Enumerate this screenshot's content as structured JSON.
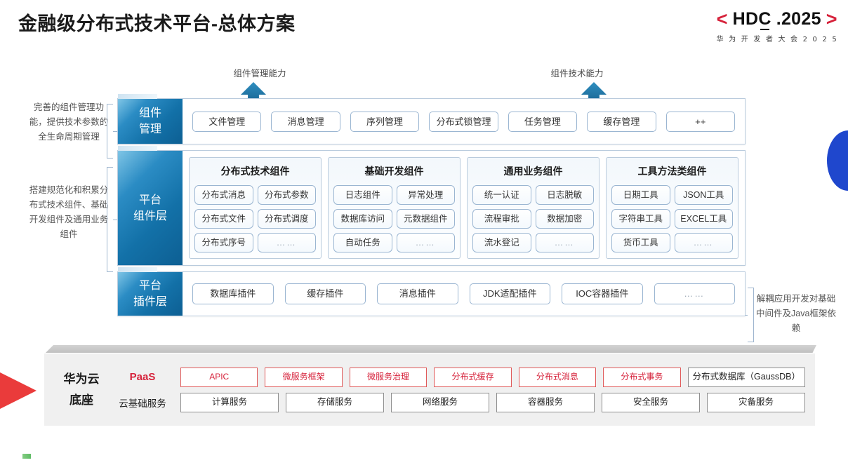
{
  "header": {
    "title": "金融级分布式技术平台-总体方案",
    "logo": {
      "bracket_left": "<",
      "bracket_right": ">",
      "word": "HDC",
      "suffix": ".2025",
      "subtitle": "华 为 开 发 者 大 会 2 0 2 5",
      "bracket_color": "#d6213a"
    }
  },
  "capabilities": [
    {
      "label": "组件管理能力"
    },
    {
      "label": "组件技术能力"
    }
  ],
  "side_notes": {
    "left_top": "完善的组件管理功能，提供技术参数的全生命周期管理",
    "left_bottom": "搭建规范化和积累分布式技术组件、基础开发组件及通用业务组件",
    "right": "解耦应用开发对基础中间件及Java框架依赖"
  },
  "layers": {
    "component_management": {
      "label_line1": "组件",
      "label_line2": "管理",
      "items": [
        "文件管理",
        "消息管理",
        "序列管理",
        "分布式锁管理",
        "任务管理",
        "缓存管理",
        "++"
      ]
    },
    "platform_components": {
      "label_line1": "平台",
      "label_line2": "组件层",
      "groups": [
        {
          "title": "分布式技术组件",
          "items": [
            "分布式消息",
            "分布式参数",
            "分布式文件",
            "分布式调度",
            "分布式序号",
            "…… "
          ]
        },
        {
          "title": "基础开发组件",
          "items": [
            "日志组件",
            "异常处理",
            "数据库访问",
            "元数据组件",
            "自动任务",
            "…… "
          ]
        },
        {
          "title": "通用业务组件",
          "items": [
            "统一认证",
            "日志脱敏",
            "流程审批",
            "数据加密",
            "流水登记",
            "…… "
          ]
        },
        {
          "title": "工具方法类组件",
          "items": [
            "日期工具",
            "JSON工具",
            "字符串工具",
            "EXCEL工具",
            "货币工具",
            "…… "
          ]
        }
      ]
    },
    "platform_plugins": {
      "label_line1": "平台",
      "label_line2": "插件层",
      "items": [
        "数据库插件",
        "缓存插件",
        "消息插件",
        "JDK适配插件",
        "IOC容器插件",
        "…… "
      ]
    }
  },
  "base": {
    "title_line1": "华为云",
    "title_line2": "底座",
    "paas": {
      "tag": "PaaS",
      "items": [
        {
          "label": "APIC",
          "style": "red"
        },
        {
          "label": "微服务框架",
          "style": "red"
        },
        {
          "label": "微服务治理",
          "style": "red"
        },
        {
          "label": "分布式缓存",
          "style": "red"
        },
        {
          "label": "分布式消息",
          "style": "red"
        },
        {
          "label": "分布式事务",
          "style": "red"
        },
        {
          "label": "分布式数据库（GaussDB）",
          "style": "gray"
        }
      ]
    },
    "cloud": {
      "tag": "云基础服务",
      "items": [
        "计算服务",
        "存储服务",
        "网络服务",
        "容器服务",
        "安全服务",
        "灾备服务"
      ]
    }
  },
  "colors": {
    "accent_red": "#d6213a",
    "accent_blue": "#1371a8",
    "dot_blue": "#1f47cd"
  }
}
